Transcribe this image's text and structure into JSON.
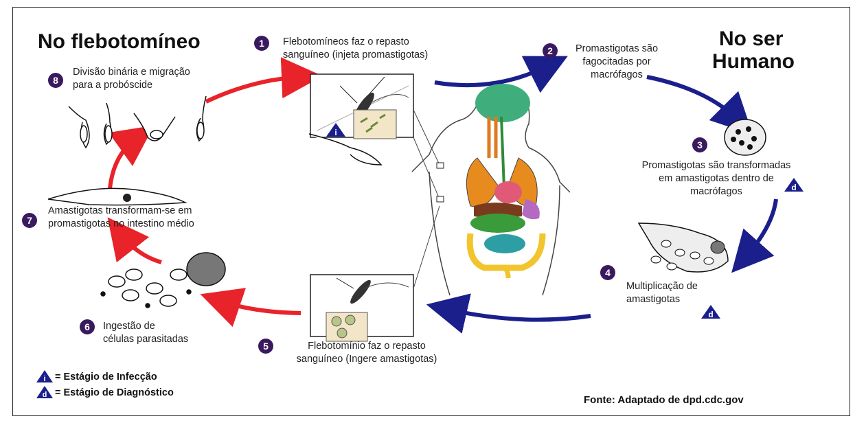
{
  "titles": {
    "vector": "No flebotomíneo",
    "human_line1": "No ser",
    "human_line2": "Humano"
  },
  "steps": [
    {
      "num": "1",
      "line1": "Flebotomíneos faz o repasto",
      "line2": "sanguíneo (injeta promastigotas)"
    },
    {
      "num": "2",
      "line1": "Promastigotas são",
      "line2": "fagocitadas por",
      "line3": "macrófagos"
    },
    {
      "num": "3",
      "line1": "Promastigotas são transformadas",
      "line2": "em amastigotas dentro de",
      "line3": "macrófagos"
    },
    {
      "num": "4",
      "line1": "Multiplicação de",
      "line2": "amastigotas"
    },
    {
      "num": "5",
      "line1": "Flebotomínio faz o repasto",
      "line2": "sanguíneo (Ingere amastigotas)"
    },
    {
      "num": "6",
      "line1": "Ingestão de",
      "line2": "células parasitadas"
    },
    {
      "num": "7",
      "line1": "Amastigotas transformam-se em",
      "line2": "promastigotas no intestino médio"
    },
    {
      "num": "8",
      "line1": "Divisão binária e migração",
      "line2": "para a probóscide"
    }
  ],
  "legend": {
    "infection_letter": "i",
    "infection_label": "= Estágio de Infecção",
    "diagnosis_letter": "d",
    "diagnosis_label": "= Estágio de Diagnóstico"
  },
  "source": "Fonte: Adaptado de dpd.cdc.gov",
  "colors": {
    "vector_arrow": "#e8232a",
    "human_arrow": "#1b1f8c",
    "badge": "#3a1a5e",
    "triangle": "#1b1f8c"
  }
}
